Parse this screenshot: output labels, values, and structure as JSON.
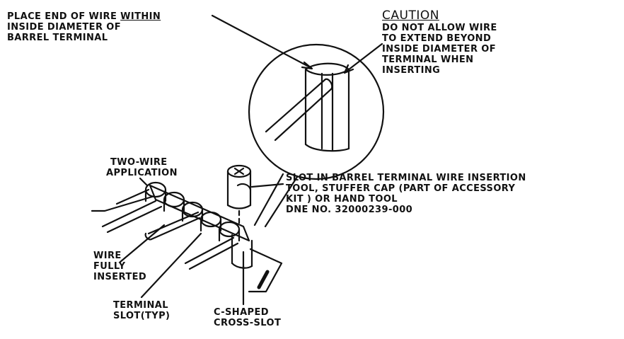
{
  "labels": {
    "place_end": {
      "line1_pre": "PLACE END OF WIRE ",
      "line1_em": "WITHIN",
      "line2": "INSIDE DIAMETER OF",
      "line3": "BARREL TERMINAL"
    },
    "caution": {
      "title": "CAUTION",
      "line1": "DO NOT ALLOW WIRE",
      "line2": "TO EXTEND BEYOND",
      "line3": "INSIDE DIAMETER OF",
      "line4": "TERMINAL WHEN",
      "line5": "INSERTING"
    },
    "two_wire": {
      "line1": "TWO-WIRE",
      "line2": "APPLICATION"
    },
    "slot_tool": {
      "line1": "SLOT IN BARREL TERMINAL WIRE INSERTION",
      "line2": "TOOL, STUFFER CAP (PART OF ACCESSORY",
      "line3": "KIT ) OR HAND TOOL",
      "line4": "DNE NO. 32000239-000"
    },
    "wire_inserted": {
      "line1": "WIRE",
      "line2": "FULLY",
      "line3": "INSERTED"
    },
    "terminal_slot": {
      "line1": "TERMINAL",
      "line2": "SLOT(TYP)"
    },
    "c_shaped": {
      "line1": "C-SHAPED",
      "line2": "CROSS-SLOT"
    }
  },
  "colors": {
    "ink": "#111111",
    "paper": "#ffffff"
  }
}
